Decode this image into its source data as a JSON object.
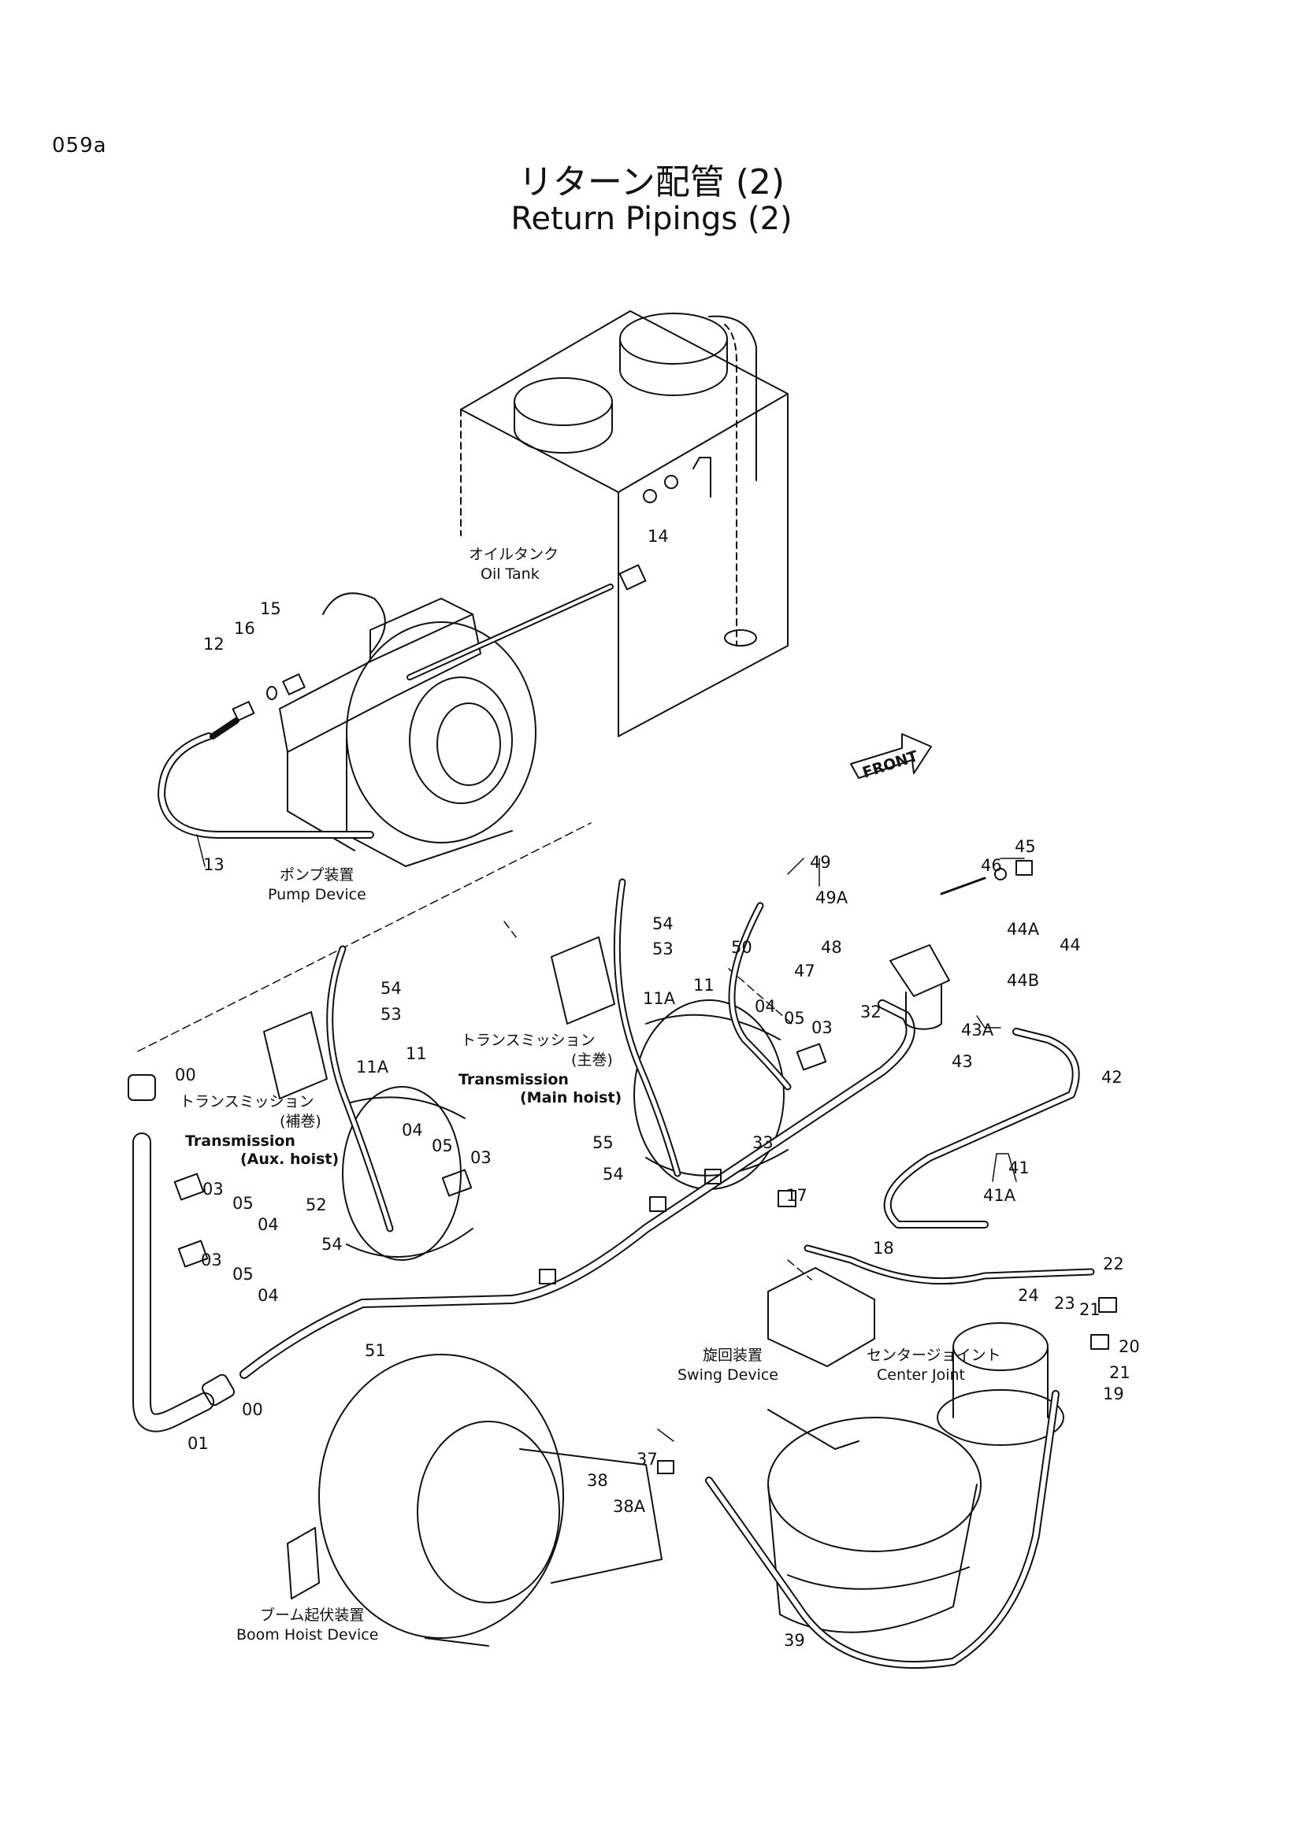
{
  "page_code": "059a",
  "title_jp": "リターン配管 (2)",
  "title_en": "Return Pipings (2)",
  "front_label": "FRONT",
  "components": {
    "oil_tank_jp": "オイルタンク",
    "oil_tank_en": "Oil Tank",
    "pump_jp": "ポンプ装置",
    "pump_en": "Pump Device",
    "trans_aux_jp": "トランスミッション",
    "trans_aux_jp2": "(補巻)",
    "trans_aux_en": "Transmission",
    "trans_aux_en2": "(Aux. hoist)",
    "trans_main_jp": "トランスミッション",
    "trans_main_jp2": "(主巻)",
    "trans_main_en": "Transmission",
    "trans_main_en2": "(Main hoist)",
    "swing_jp": "旋回装置",
    "swing_en": "Swing Device",
    "center_jp": "センタージョイント",
    "center_en": "Center Joint",
    "boom_jp": "ブーム起伏装置",
    "boom_en": "Boom Hoist Device"
  },
  "callouts": {
    "p14": "14",
    "p15": "15",
    "p16": "16",
    "p12": "12",
    "p13": "13",
    "p49": "49",
    "p49a": "49A",
    "p46": "46",
    "p45": "45",
    "p44a": "44A",
    "p44": "44",
    "p44b": "44B",
    "p48": "48",
    "p47": "47",
    "p50": "50",
    "p54a": "54",
    "p53a": "53",
    "p11a": "11",
    "p11aa": "11A",
    "p04a": "04",
    "p05a": "05",
    "p03a": "03",
    "p32": "32",
    "p43a": "43A",
    "p43": "43",
    "p42": "42",
    "p54b": "54",
    "p53b": "53",
    "p11b": "11",
    "p11ab": "11A",
    "p00a": "00",
    "p55": "55",
    "p33": "33",
    "p54c": "54",
    "p04b": "04",
    "p05b": "05",
    "p03b": "03",
    "p41": "41",
    "p41a": "41A",
    "p17": "17",
    "p18": "18",
    "p22": "22",
    "p03c": "03",
    "p05c": "05",
    "p04c": "04",
    "p52": "52",
    "p54d": "54",
    "p03d": "03",
    "p05d": "05",
    "p04d": "04",
    "p24": "24",
    "p23": "23",
    "p21a": "21",
    "p20": "20",
    "p21b": "21",
    "p19": "19",
    "p51": "51",
    "p00b": "00",
    "p01": "01",
    "p37": "37",
    "p38": "38",
    "p38a": "38A",
    "p39": "39"
  }
}
